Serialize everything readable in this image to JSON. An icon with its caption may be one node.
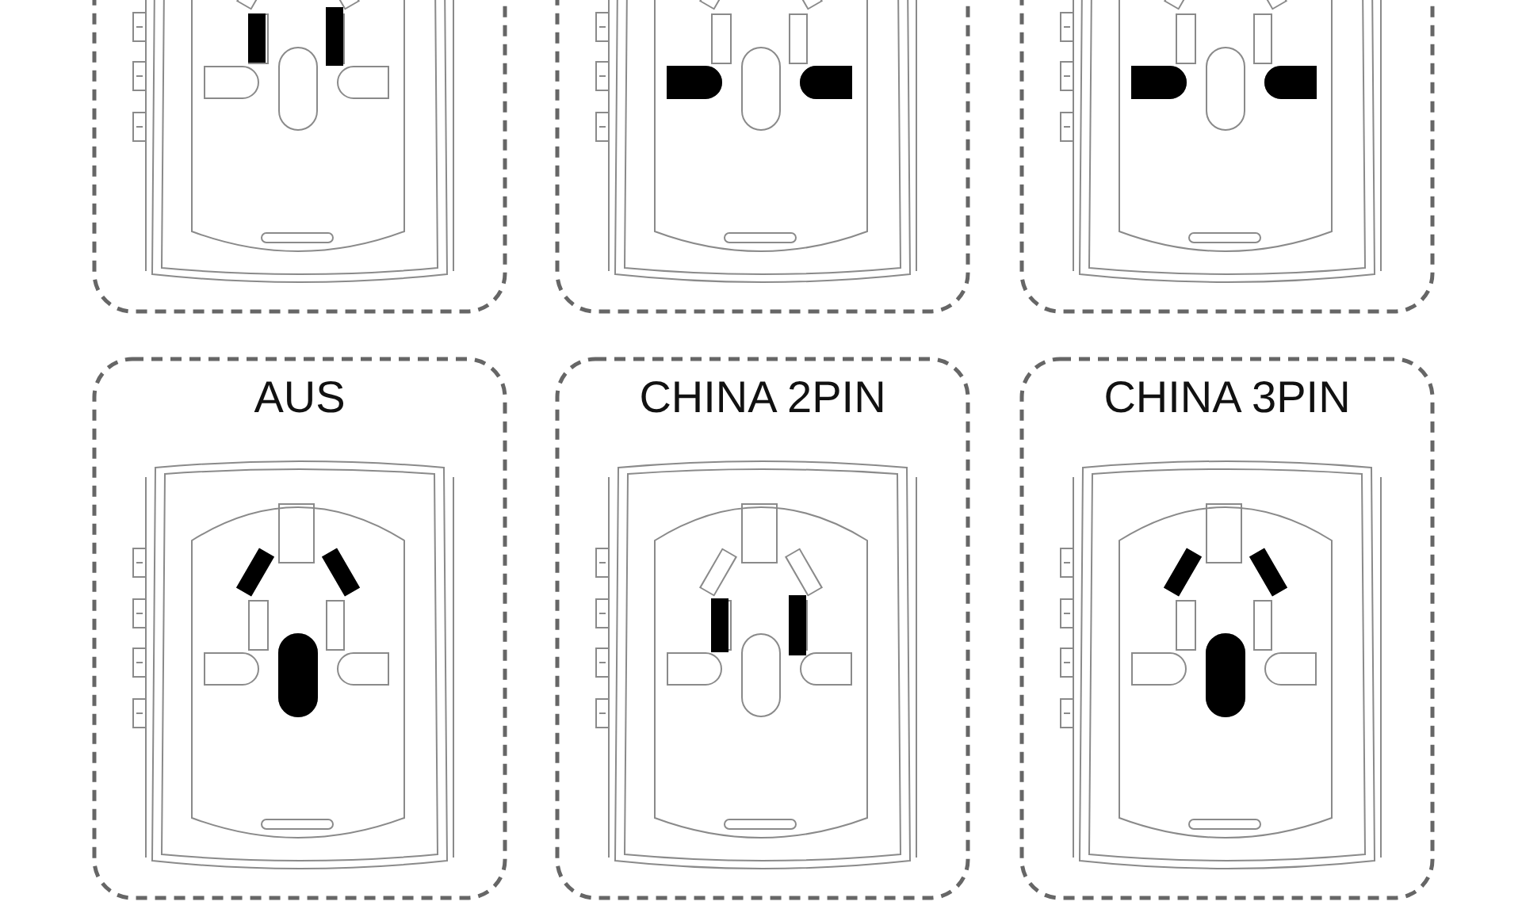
{
  "diagram": {
    "nodes": [
      {
        "text": [],
        "shape": "box"
      },
      {
        "text": [],
        "shape": "box"
      },
      {
        "text": [],
        "shape": "box"
      },
      {
        "text": [
          "AUS"
        ]
      },
      {
        "text": [
          "CHINA 2PIN"
        ]
      },
      {
        "text": [
          "CHINA 3PIN"
        ]
      }
    ]
  }
}
